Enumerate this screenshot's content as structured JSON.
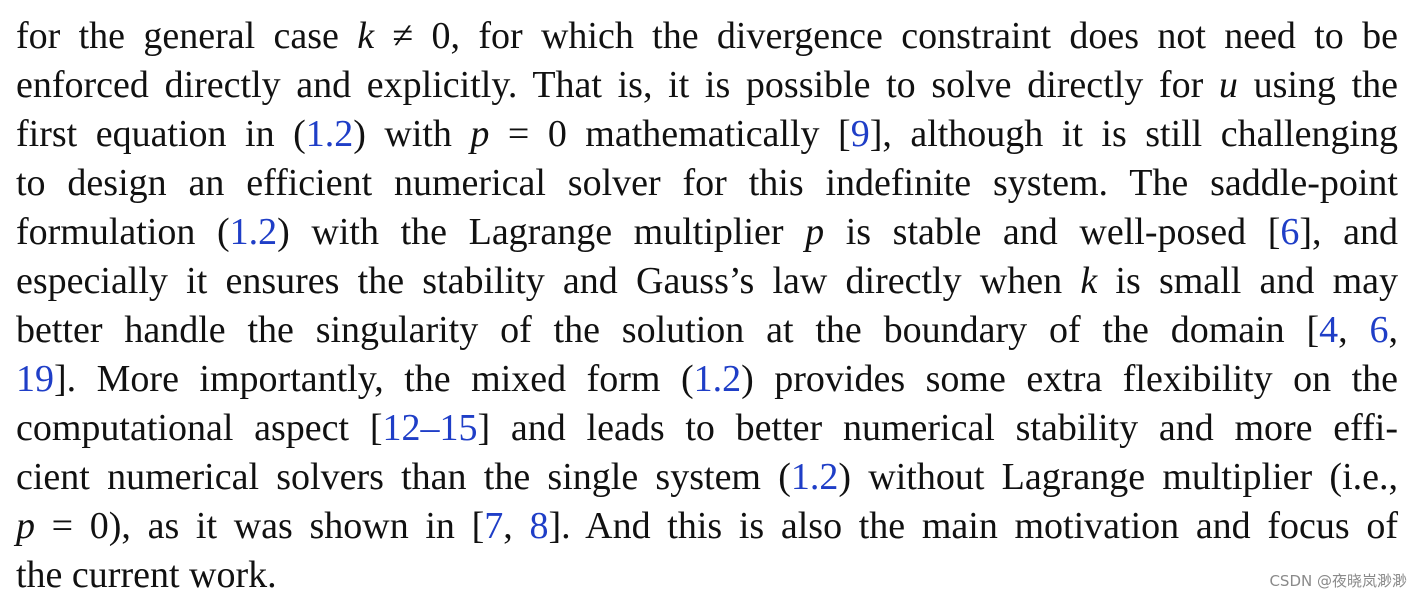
{
  "document": {
    "lines": [
      [
        {
          "t": "for the general case "
        },
        {
          "t": "k",
          "m": 1
        },
        {
          "t": " ≠ 0, for which the divergence constraint does not need to be"
        }
      ],
      [
        {
          "t": "enforced directly and explicitly. That is, it is possible to solve directly for "
        },
        {
          "t": "u",
          "m": 1
        },
        {
          "t": " using the"
        }
      ],
      [
        {
          "t": "first equation in ("
        },
        {
          "t": "1.2",
          "r": 1
        },
        {
          "t": ") with "
        },
        {
          "t": "p",
          "m": 1
        },
        {
          "t": " = 0 mathematically ["
        },
        {
          "t": "9",
          "r": 1
        },
        {
          "t": "], although it is still challenging"
        }
      ],
      [
        {
          "t": "to design an efficient numerical solver for this indefinite system. The saddle-point"
        }
      ],
      [
        {
          "t": "formulation ("
        },
        {
          "t": "1.2",
          "r": 1
        },
        {
          "t": ") with the Lagrange multiplier "
        },
        {
          "t": "p",
          "m": 1
        },
        {
          "t": " is stable and well-posed ["
        },
        {
          "t": "6",
          "r": 1
        },
        {
          "t": "], and"
        }
      ],
      [
        {
          "t": "especially it ensures the stability and Gauss’s law directly when "
        },
        {
          "t": "k",
          "m": 1
        },
        {
          "t": " is small and may"
        }
      ],
      [
        {
          "t": "better handle the singularity of the solution at the boundary of the domain ["
        },
        {
          "t": "4",
          "r": 1
        },
        {
          "t": ", "
        },
        {
          "t": "6",
          "r": 1
        },
        {
          "t": ","
        }
      ],
      [
        {
          "t": "19",
          "r": 1
        },
        {
          "t": "]. More importantly, the mixed form ("
        },
        {
          "t": "1.2",
          "r": 1
        },
        {
          "t": ") provides some extra flexibility on the"
        }
      ],
      [
        {
          "t": "computational aspect ["
        },
        {
          "t": "12–15",
          "r": 1
        },
        {
          "t": "] and leads to better numerical stability and more effi-"
        }
      ],
      [
        {
          "t": "cient numerical solvers than the single system ("
        },
        {
          "t": "1.2",
          "r": 1
        },
        {
          "t": ") without Lagrange multiplier (i.e.,"
        }
      ],
      [
        {
          "t": "p",
          "m": 1
        },
        {
          "t": " = 0), as it was shown in ["
        },
        {
          "t": "7",
          "r": 1
        },
        {
          "t": ", "
        },
        {
          "t": "8",
          "r": 1
        },
        {
          "t": "]. And this is also the main motivation and focus of"
        }
      ],
      [
        {
          "t": "the current work."
        }
      ]
    ]
  },
  "watermark": {
    "text": "CSDN @夜晓岚渺渺"
  },
  "colors": {
    "text": "#111111",
    "link": "#1f3ec7",
    "watermark": "#8a8a8a",
    "background": "#ffffff"
  }
}
